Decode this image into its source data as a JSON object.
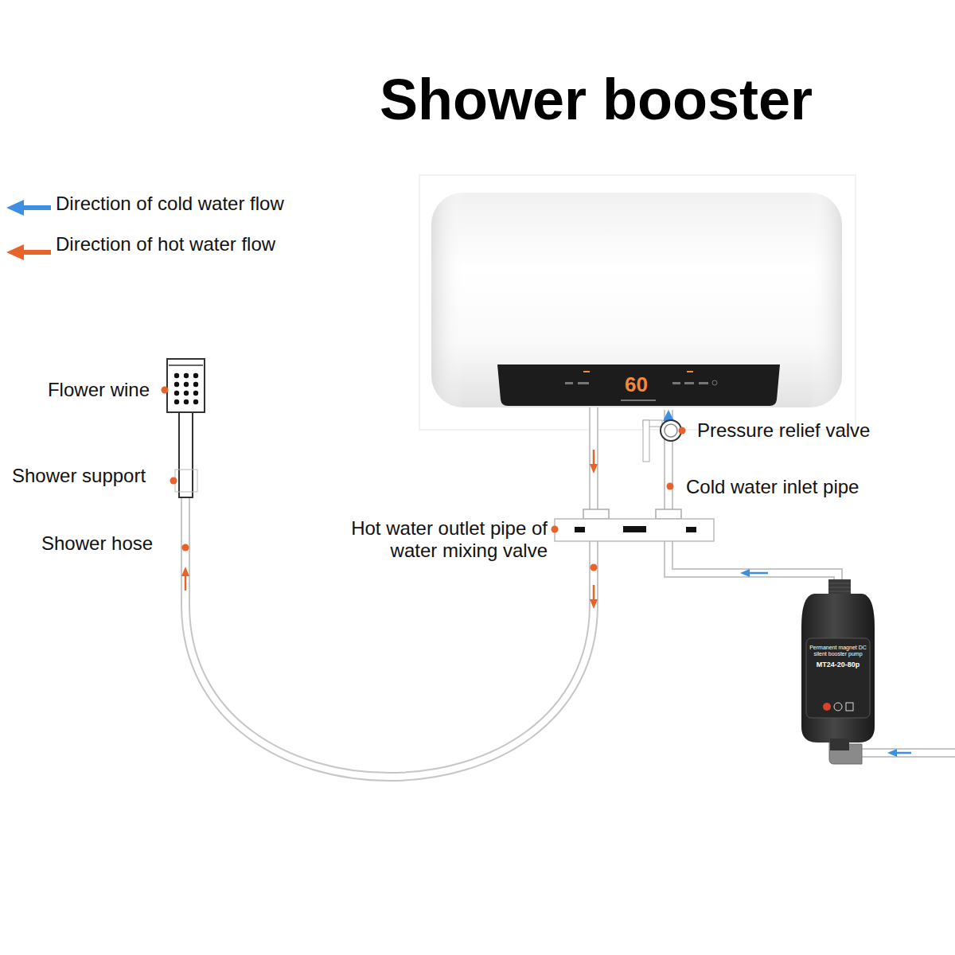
{
  "diagram": {
    "title": "Shower booster",
    "nodes": [
      {
        "text": [
          "60"
        ]
      },
      {
        "text": [
          "Permanent magnet DC silent booster pump",
          "MT24-20-80p"
        ]
      }
    ],
    "edges": [
      {
        "from": 1,
        "to": 0,
        "arrow": "to"
      }
    ],
    "labels": [
      "Flower wine",
      "Shower support",
      "Shower hose",
      "Pressure relief valve",
      "Cold water inlet pipe",
      "Hot water outlet pipe of water mixing valve"
    ],
    "legend": [
      {
        "text": "Direction of cold water flow"
      },
      {
        "text": "Direction of hot water flow"
      }
    ]
  }
}
